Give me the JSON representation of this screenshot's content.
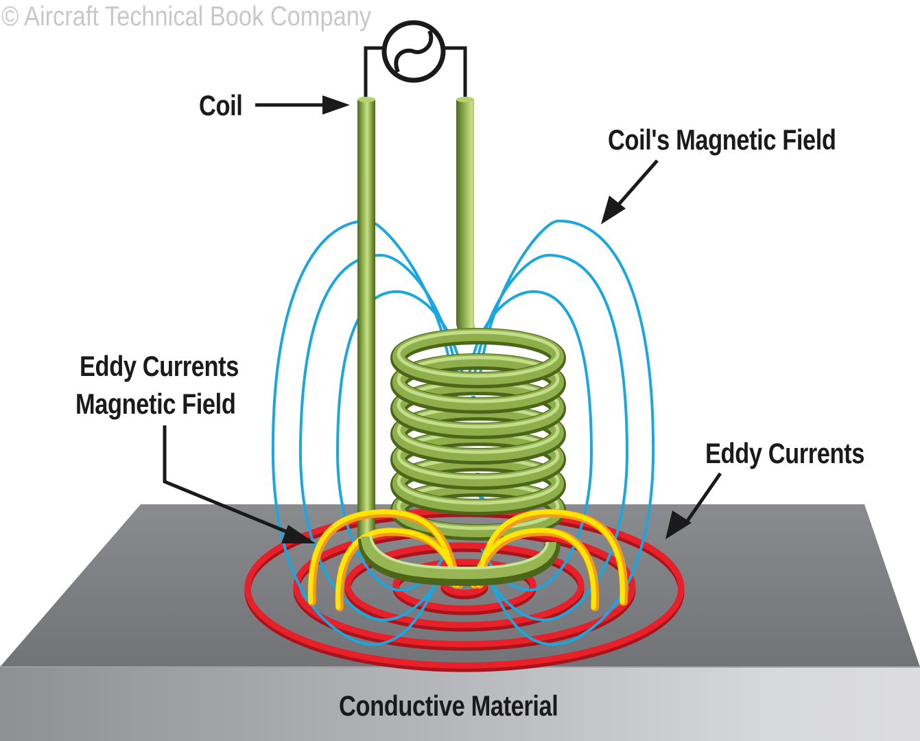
{
  "watermark": "© Aircraft Technical Book Company",
  "labels": {
    "coil": "Coil",
    "coils_field": "Coil's Magnetic Field",
    "eddy_field_line1": "Eddy Currents",
    "eddy_field_line2": "Magnetic Field",
    "eddy_currents": "Eddy Currents",
    "material": "Conductive Material"
  },
  "icons": {
    "ac_source": "ac-source-icon"
  },
  "colors": {
    "coil": "#7d9a3a",
    "field_lines": "#1aa7e0",
    "eddy_currents": "#e4202a",
    "eddy_field": "#ffe000",
    "material_top": "#7b7c80",
    "material_front": "#b3b4b8",
    "wire": "#1a1a1a"
  }
}
